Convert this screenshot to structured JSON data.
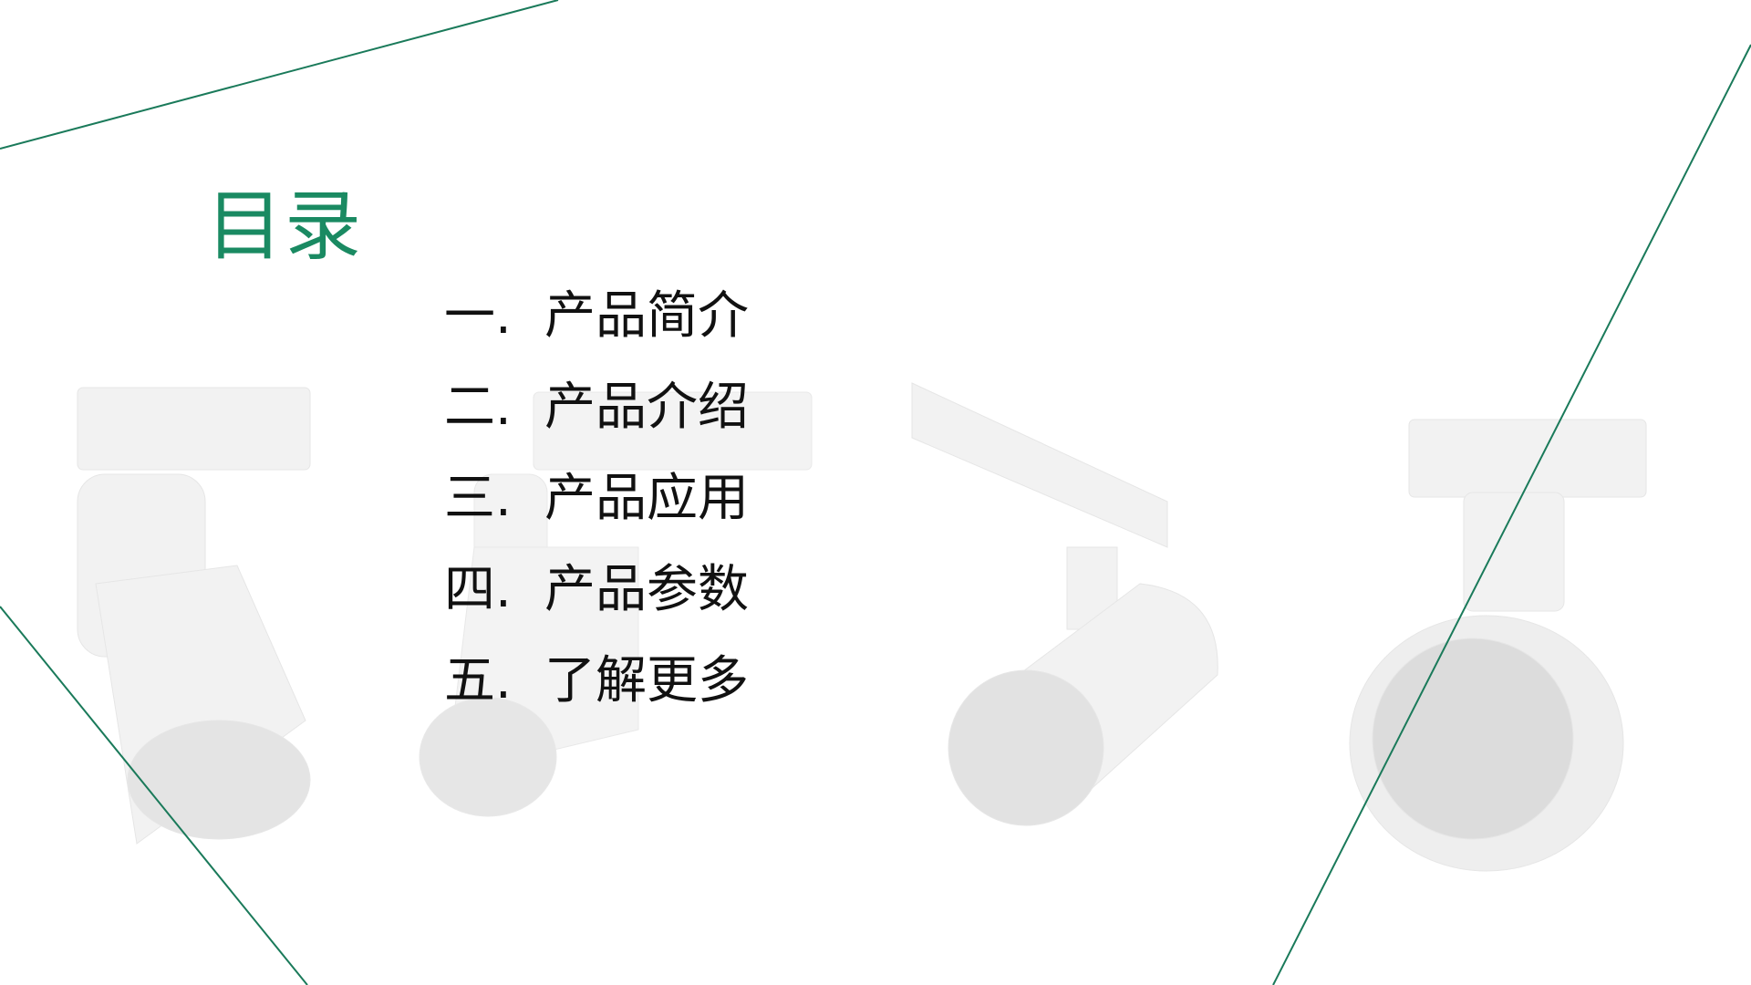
{
  "title": "目录",
  "accent_color": "#1a8a62",
  "menu": [
    {
      "num": "一.",
      "label": "产品简介"
    },
    {
      "num": "二.",
      "label": "产品介绍"
    },
    {
      "num": "三.",
      "label": "产品应用"
    },
    {
      "num": "四.",
      "label": "产品参数"
    },
    {
      "num": "五.",
      "label": "了解更多"
    }
  ]
}
